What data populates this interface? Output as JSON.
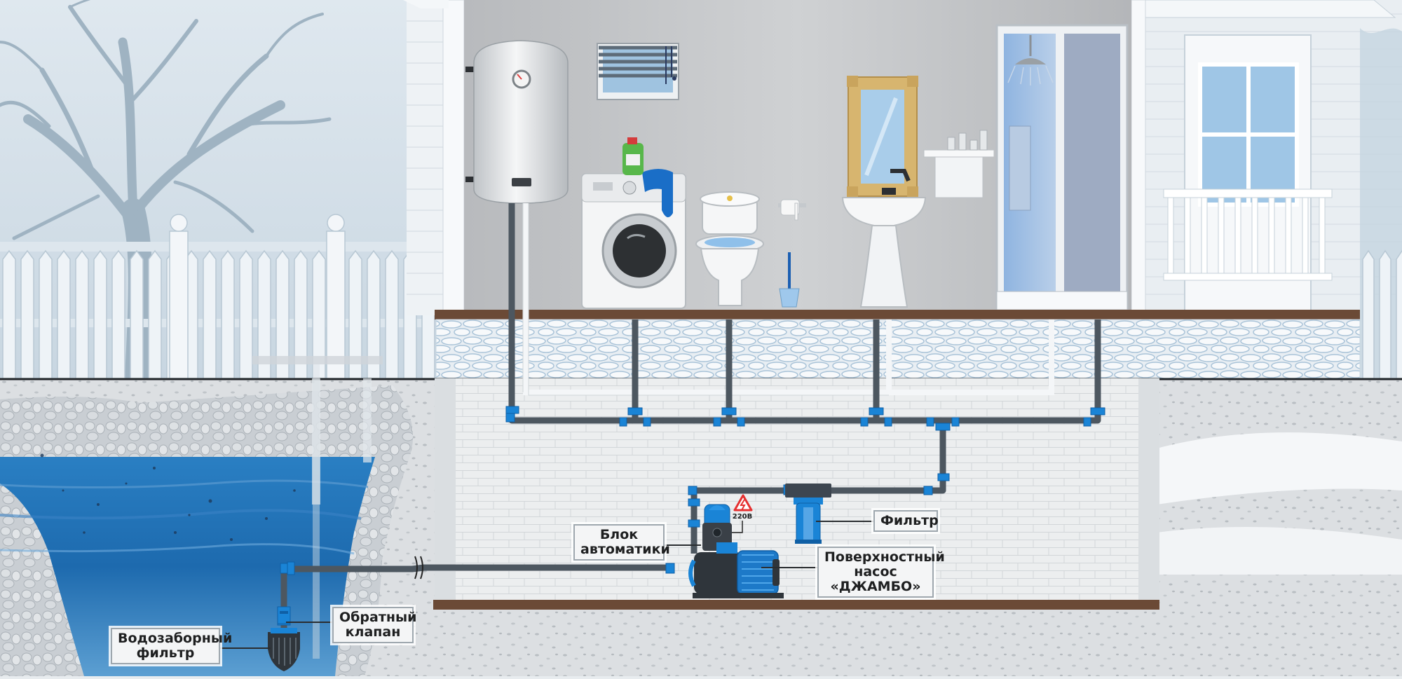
{
  "labels": {
    "control_unit": [
      "Блок",
      "автоматики"
    ],
    "filter": [
      "Фильтр"
    ],
    "surface_pump": [
      "Поверхностный",
      "насос",
      "«ДЖАМБО»"
    ],
    "check_valve": [
      "Обратный",
      "клапан"
    ],
    "intake_filter": [
      "Водозаборный",
      "фильтр"
    ],
    "voltage": "220В"
  },
  "colors": {
    "sky": "#cfdde8",
    "ground": "#dcdfe2",
    "room_wall": "#c3c5c8",
    "water": "#1f6fb4",
    "pipe": "#4d5760",
    "fitting": "#1a84d6",
    "wood_beam": "#6b4a36",
    "warning": "#e53030"
  },
  "icons": [
    "water-heater-icon",
    "window-blinds-icon",
    "washing-machine-icon",
    "toilet-icon",
    "toilet-paper-icon",
    "toilet-brush-icon",
    "mirror-icon",
    "sink-icon",
    "shelf-icon",
    "shower-cabin-icon",
    "pump-icon",
    "filter-icon",
    "pressure-control-icon",
    "warning-icon",
    "check-valve-icon",
    "intake-filter-icon",
    "tree-icon",
    "fence-icon"
  ]
}
